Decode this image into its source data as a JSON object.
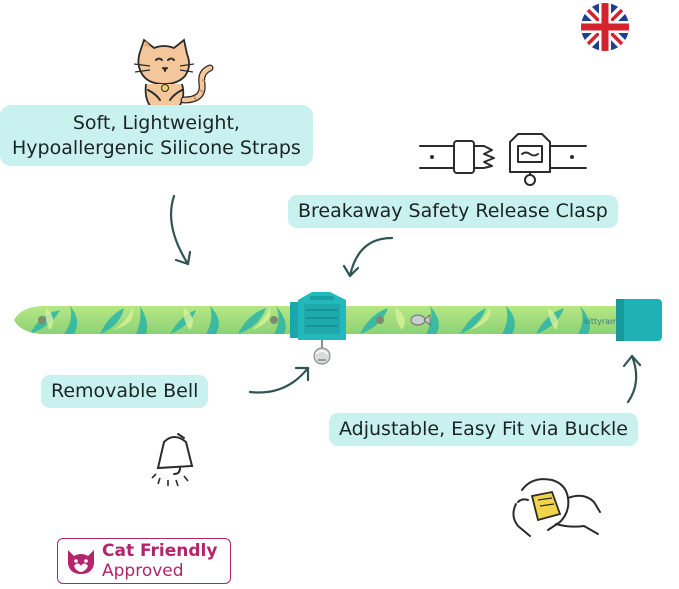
{
  "labels": {
    "straps_line1": "Soft, Lightweight,",
    "straps_line2": "Hypoallergenic Silicone Straps",
    "clasp": "Breakaway Safety Release Clasp",
    "bell": "Removable Bell",
    "buckle": "Adjustable, Easy Fit via Buckle"
  },
  "badge": {
    "line1": "Cat Friendly",
    "line2": "Approved"
  },
  "buckle_text": "kittyrama",
  "icons": [
    "uk-flag-icon",
    "cat-icon",
    "clasp-icon",
    "bell-icon",
    "hand-buckle-icon",
    "cat-face-icon"
  ],
  "colors": {
    "label_bg": "#c9f1ef",
    "collar_green": "#a9e07a",
    "collar_teal": "#2cb5a8",
    "buckle_teal": "#1fb1b4",
    "badge_magenta": "#b3246b"
  }
}
